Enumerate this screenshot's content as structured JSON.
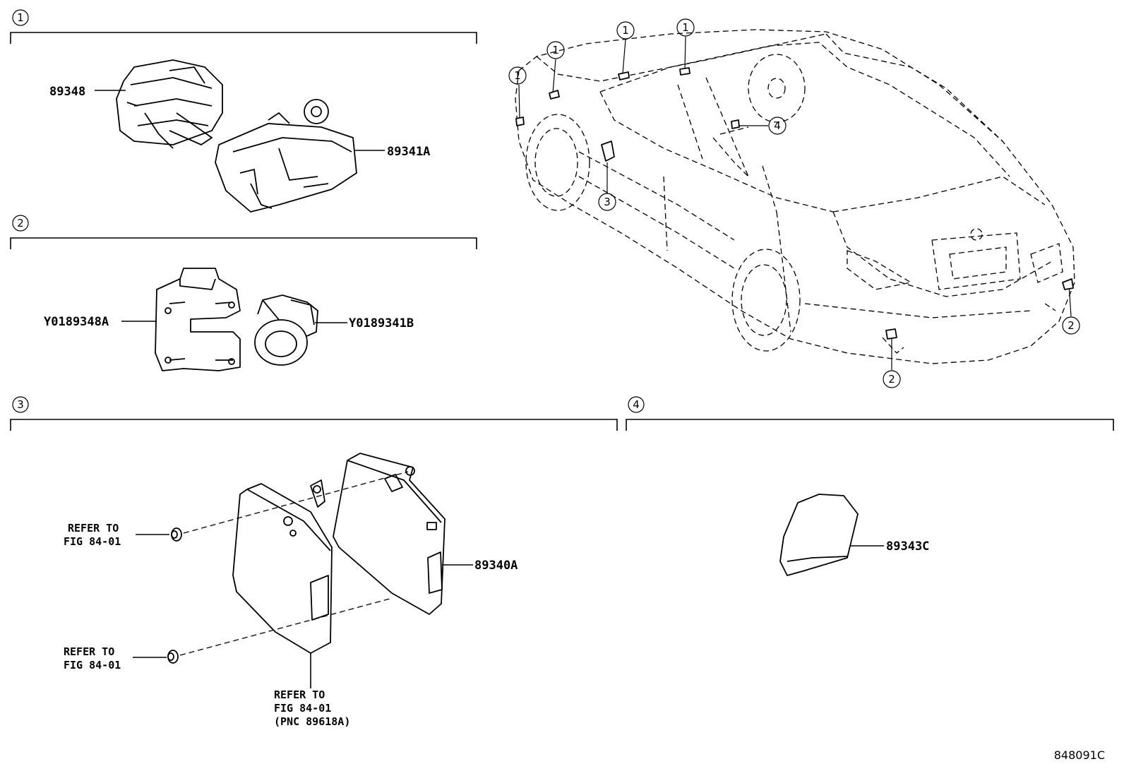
{
  "sections": [
    {
      "number": "1"
    },
    {
      "number": "2"
    },
    {
      "number": "3"
    },
    {
      "number": "4"
    }
  ],
  "parts": {
    "p89348": "89348",
    "p89341A": "89341A",
    "pY0189348A": "Y0189348A",
    "pY0189341B": "Y0189341B",
    "p89340A": "89340A",
    "p89343C": "89343C"
  },
  "references": {
    "ref1": [
      "REFER TO",
      "FIG 84-01"
    ],
    "ref2": [
      "REFER TO",
      "FIG 84-01"
    ],
    "ref3": [
      "REFER TO",
      "FIG 84-01",
      "(PNC 89618A)"
    ]
  },
  "car_callouts": [
    "1",
    "1",
    "1",
    "1",
    "4",
    "3",
    "2",
    "2"
  ],
  "diagram_code": "848091C"
}
